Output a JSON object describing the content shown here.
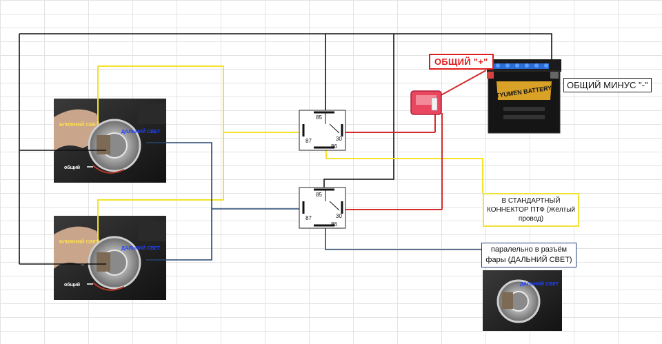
{
  "relays": [
    {
      "pins": {
        "p85": "85",
        "p87": "87",
        "p30": "30",
        "p86": "86"
      }
    },
    {
      "pins": {
        "p85": "85",
        "p87": "87",
        "p30": "30",
        "p86": "86"
      }
    }
  ],
  "headlights": [
    {
      "low_beam": "БЛИЖНИЙ СВЕТ",
      "high_beam": "ДАЛЬНИЙ СВЕТ",
      "common": "общий"
    },
    {
      "low_beam": "БЛИЖНИЙ СВЕТ",
      "high_beam": "ДАЛЬНИЙ СВЕТ",
      "common": "общий"
    }
  ],
  "reference_photo": {
    "high_beam": "ДАЛЬНИЙ СВЕТ"
  },
  "battery": {
    "brand": "TYUMEN BATTERY"
  },
  "notes": {
    "common_plus": "ОБЩИЙ \"+\"",
    "common_minus": "ОБЩИЙ МИНУС \"-\"",
    "ptf_connector": "В СТАНДАРТНЫЙ КОННЕКТОР ПТФ (Жёлтый провод)",
    "parallel_connector": "паралельно в разъём фары (ДАЛЬНИЙ СВЕТ)"
  },
  "wire_colors": {
    "ground": "#111111",
    "yellow": "#f3e228",
    "red": "#d42a2a",
    "blue": "#24466f"
  },
  "colors": {
    "plus_note": "#e01b1b",
    "label_yellow": "#ffe14a",
    "label_blue": "#2040ff"
  }
}
